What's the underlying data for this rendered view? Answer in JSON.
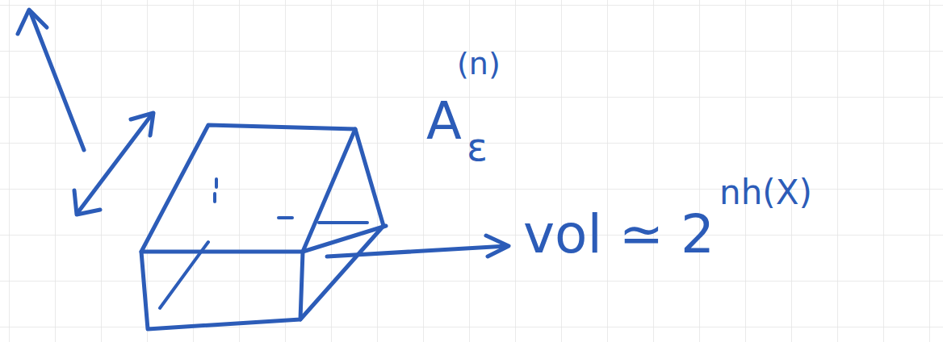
{
  "diagram": {
    "labels": [
      "A",
      "(n)",
      "ε",
      "vol ≃ 2",
      "nh(X)"
    ]
  }
}
